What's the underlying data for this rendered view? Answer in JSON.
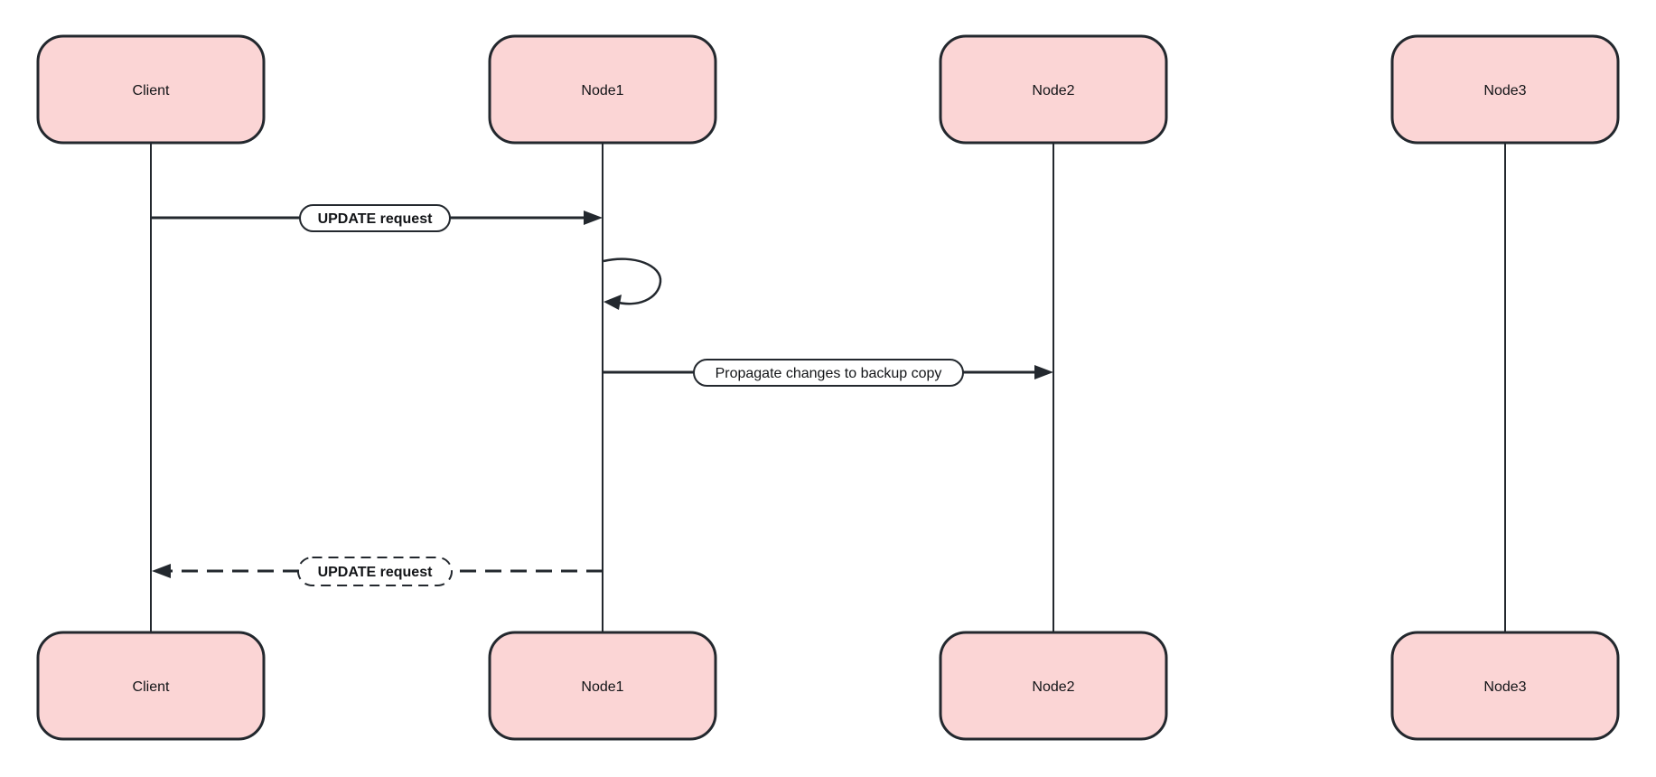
{
  "diagram": {
    "type": "sequence-diagram",
    "background_color": "#ffffff",
    "colors": {
      "actor_fill": "#fbd5d5",
      "stroke": "#23282e",
      "label_fill": "#ffffff",
      "text": "#121417"
    },
    "actors": [
      {
        "id": "client",
        "name": "Client"
      },
      {
        "id": "node1",
        "name": "Node1"
      },
      {
        "id": "node2",
        "name": "Node2"
      },
      {
        "id": "node3",
        "name": "Node3"
      }
    ],
    "messages": [
      {
        "from": "Client",
        "to": "Node1",
        "label": "UPDATE request",
        "line_style": "solid",
        "label_style": "bold-pill"
      },
      {
        "from": "Node1",
        "to": "Node1",
        "label": "",
        "line_style": "self-loop",
        "label_style": "none"
      },
      {
        "from": "Node1",
        "to": "Node2",
        "label": "Propagate changes to backup copy",
        "line_style": "solid",
        "label_style": "regular-pill"
      },
      {
        "from": "Node1",
        "to": "Client",
        "label": "UPDATE request",
        "line_style": "dashed",
        "label_style": "bold-dashed-pill"
      }
    ]
  }
}
